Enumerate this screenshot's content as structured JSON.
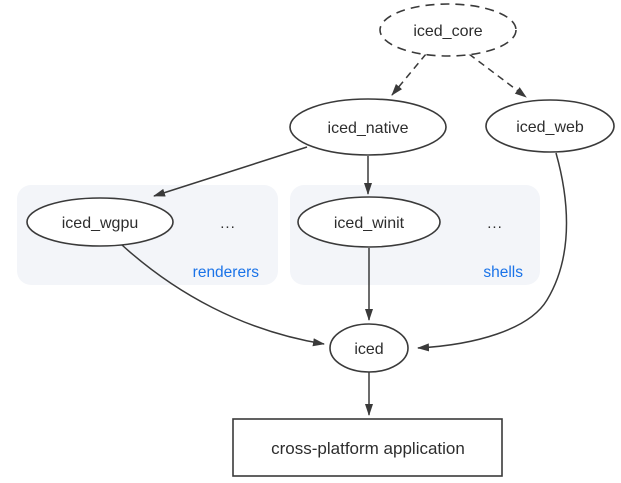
{
  "diagram": {
    "nodes": {
      "iced_core": {
        "label": "iced_core"
      },
      "iced_native": {
        "label": "iced_native"
      },
      "iced_web": {
        "label": "iced_web"
      },
      "iced_wgpu": {
        "label": "iced_wgpu"
      },
      "iced_winit": {
        "label": "iced_winit"
      },
      "iced": {
        "label": "iced"
      },
      "app": {
        "label": "cross-platform application"
      }
    },
    "groups": {
      "renderers": {
        "label": "renderers",
        "ellipsis": "...",
        "members": [
          "iced_wgpu"
        ]
      },
      "shells": {
        "label": "shells",
        "ellipsis": "...",
        "members": [
          "iced_winit"
        ]
      }
    },
    "edges": [
      {
        "from": "iced_core",
        "to": "iced_native",
        "style": "dashed"
      },
      {
        "from": "iced_core",
        "to": "iced_web",
        "style": "dashed"
      },
      {
        "from": "iced_native",
        "to": "iced_wgpu",
        "style": "solid"
      },
      {
        "from": "iced_native",
        "to": "iced_winit",
        "style": "solid"
      },
      {
        "from": "iced_wgpu",
        "to": "iced",
        "style": "solid"
      },
      {
        "from": "iced_winit",
        "to": "iced",
        "style": "solid"
      },
      {
        "from": "iced_web",
        "to": "iced",
        "style": "solid"
      },
      {
        "from": "iced",
        "to": "app",
        "style": "solid"
      }
    ],
    "colors": {
      "accent": "#1a73e8",
      "group_background": "#f3f5f9",
      "line": "#3a3a3a",
      "text": "#2d2d2d",
      "background": "#ffffff"
    }
  }
}
